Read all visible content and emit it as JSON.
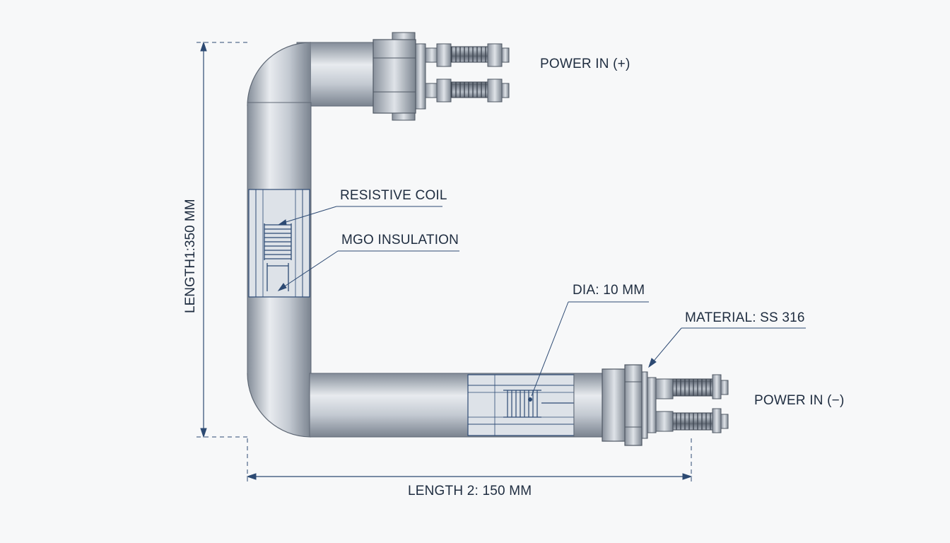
{
  "labels": {
    "power_in_pos": "POWER IN (+)",
    "power_in_neg": "POWER IN (−)",
    "resistive_coil": "RESISTIVE COIL",
    "mgo_insulation": "MGO INSULATION",
    "dia": "DIA: 10 MM",
    "material": "MATERIAL: SS 316",
    "length1": "LENGTH1:350 MM",
    "length2": "LENGTH 2: 150 MM"
  },
  "colors": {
    "line": "#2d4a73",
    "steel_dark": "#7d8693",
    "steel_light": "#e2e6eb",
    "text": "#1f2d40"
  }
}
